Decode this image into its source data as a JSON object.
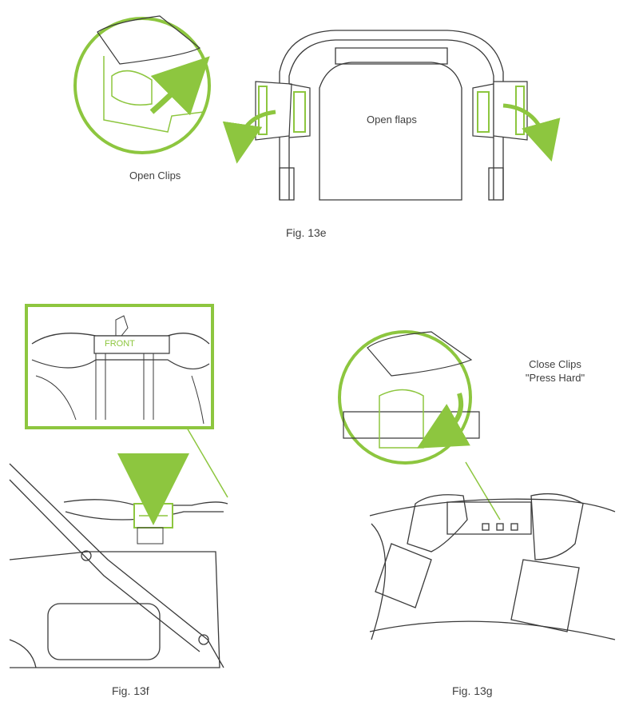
{
  "colors": {
    "accent": "#8dc63f",
    "line": "#3a3a3a"
  },
  "figure_13e": {
    "caption": "Fig. 13e",
    "label_clips": "Open Clips",
    "label_flaps": "Open flaps"
  },
  "figure_13f": {
    "caption": "Fig. 13f",
    "front_label": "FRONT"
  },
  "figure_13g": {
    "caption": "Fig. 13g",
    "label_line1": "Close Clips",
    "label_line2": "\"Press Hard\""
  }
}
